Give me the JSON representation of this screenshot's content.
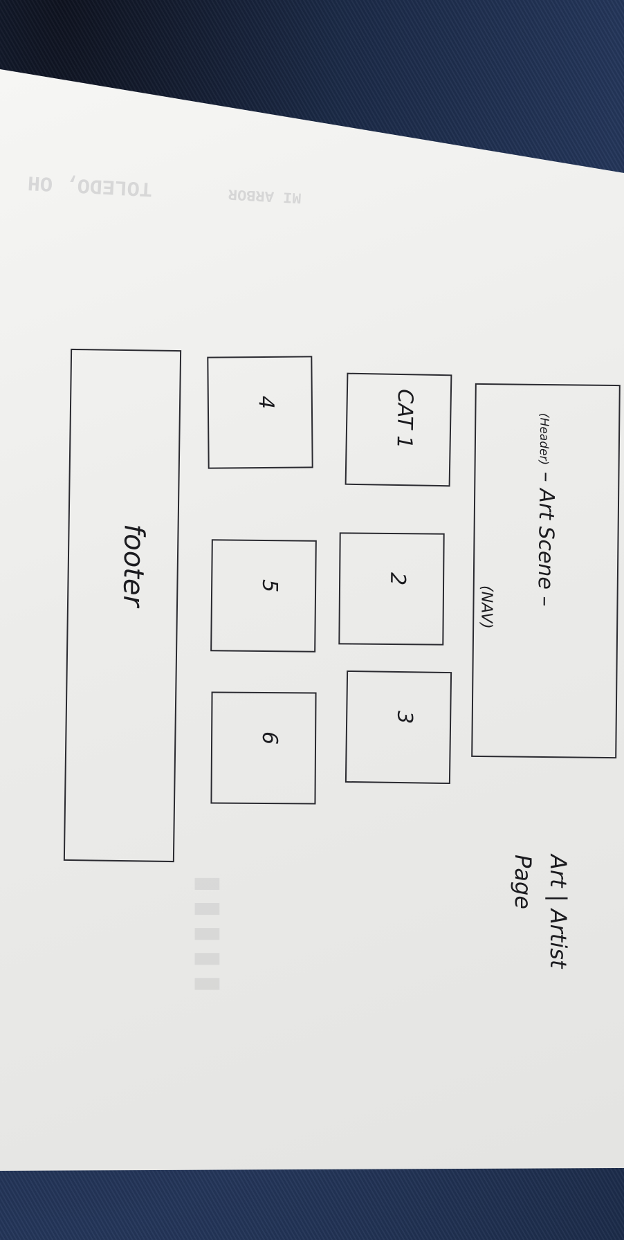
{
  "sketch": {
    "header": {
      "note": "(Header)",
      "title": "Art Scene",
      "nav": "(NAV)"
    },
    "tiles": [
      {
        "label": "CAT 1"
      },
      {
        "label": "2"
      },
      {
        "label": "3"
      },
      {
        "label": "4"
      },
      {
        "label": "5"
      },
      {
        "label": "6"
      }
    ],
    "footer": {
      "label": "footer"
    },
    "page_label": "Art | Artist Page"
  },
  "colors": {
    "ink": "#1b1b1f",
    "paper": "#ececea",
    "fabric": "#1d2e4c"
  }
}
